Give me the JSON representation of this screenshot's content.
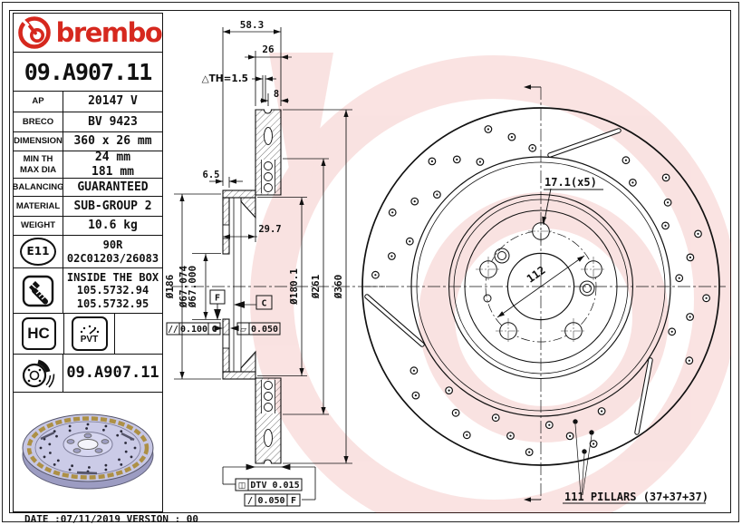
{
  "brand": {
    "wordmark": "brembo",
    "accent": "#d6281e"
  },
  "header_part_number": "09.A907.11",
  "spec_table": {
    "rows": [
      {
        "label": "AP",
        "value": "20147 V"
      },
      {
        "label": "BRECO",
        "value": "BV 9423"
      },
      {
        "label": "DIMENSION",
        "value": "360 x 26 mm"
      },
      {
        "label": "MIN TH",
        "label2": "MAX DIA",
        "value": "24 mm",
        "value2": "181 mm"
      },
      {
        "label": "BALANCING",
        "value": "GUARANTEED"
      },
      {
        "label": "MATERIAL",
        "value": "SUB-GROUP 2"
      },
      {
        "label": "WEIGHT",
        "value": "10.6 kg"
      }
    ]
  },
  "homologation": {
    "badge": "E11",
    "line1": "90R",
    "line2": "02C01203/26083"
  },
  "inside_the_box": {
    "title": "INSIDE THE BOX",
    "items": [
      "105.5732.94",
      "105.5732.95"
    ]
  },
  "coating_badges": {
    "hc": "HC",
    "pvt": "PVT"
  },
  "footer_part_number": "09.A907.11",
  "footer": {
    "date_line": "DATE :07/11/2019 VERSION : 00"
  },
  "section_view": {
    "dim_58_3": "58.3",
    "dim_26": "26",
    "dim_th": "△TH=1.5",
    "dim_8": "8",
    "dim_6_5": "6.5",
    "dim_29_7": "29.7",
    "dia_186": "Ø186",
    "dia_67_074": "Ø67.074",
    "dia_67_000": "Ø67.000",
    "dia_180_1": "Ø180.1",
    "dia_261": "Ø261",
    "dia_360": "Ø360",
    "datum_f": "F",
    "datum_c": "C",
    "tol_parallel": {
      "sym": "//",
      "value": "0.100",
      "ref": "C"
    },
    "tol_flat": {
      "sym": "▱",
      "value": "0.050"
    },
    "tol_dtv": {
      "sym": "◫",
      "value": "DTV 0.015"
    },
    "tol_runout": {
      "sym": "/",
      "value": "0.050",
      "ref": "F"
    }
  },
  "front_view": {
    "bolt_holes": "17.1(x5)",
    "pcd": "112",
    "pillars": "111 PILLARS (37+37+37)"
  }
}
